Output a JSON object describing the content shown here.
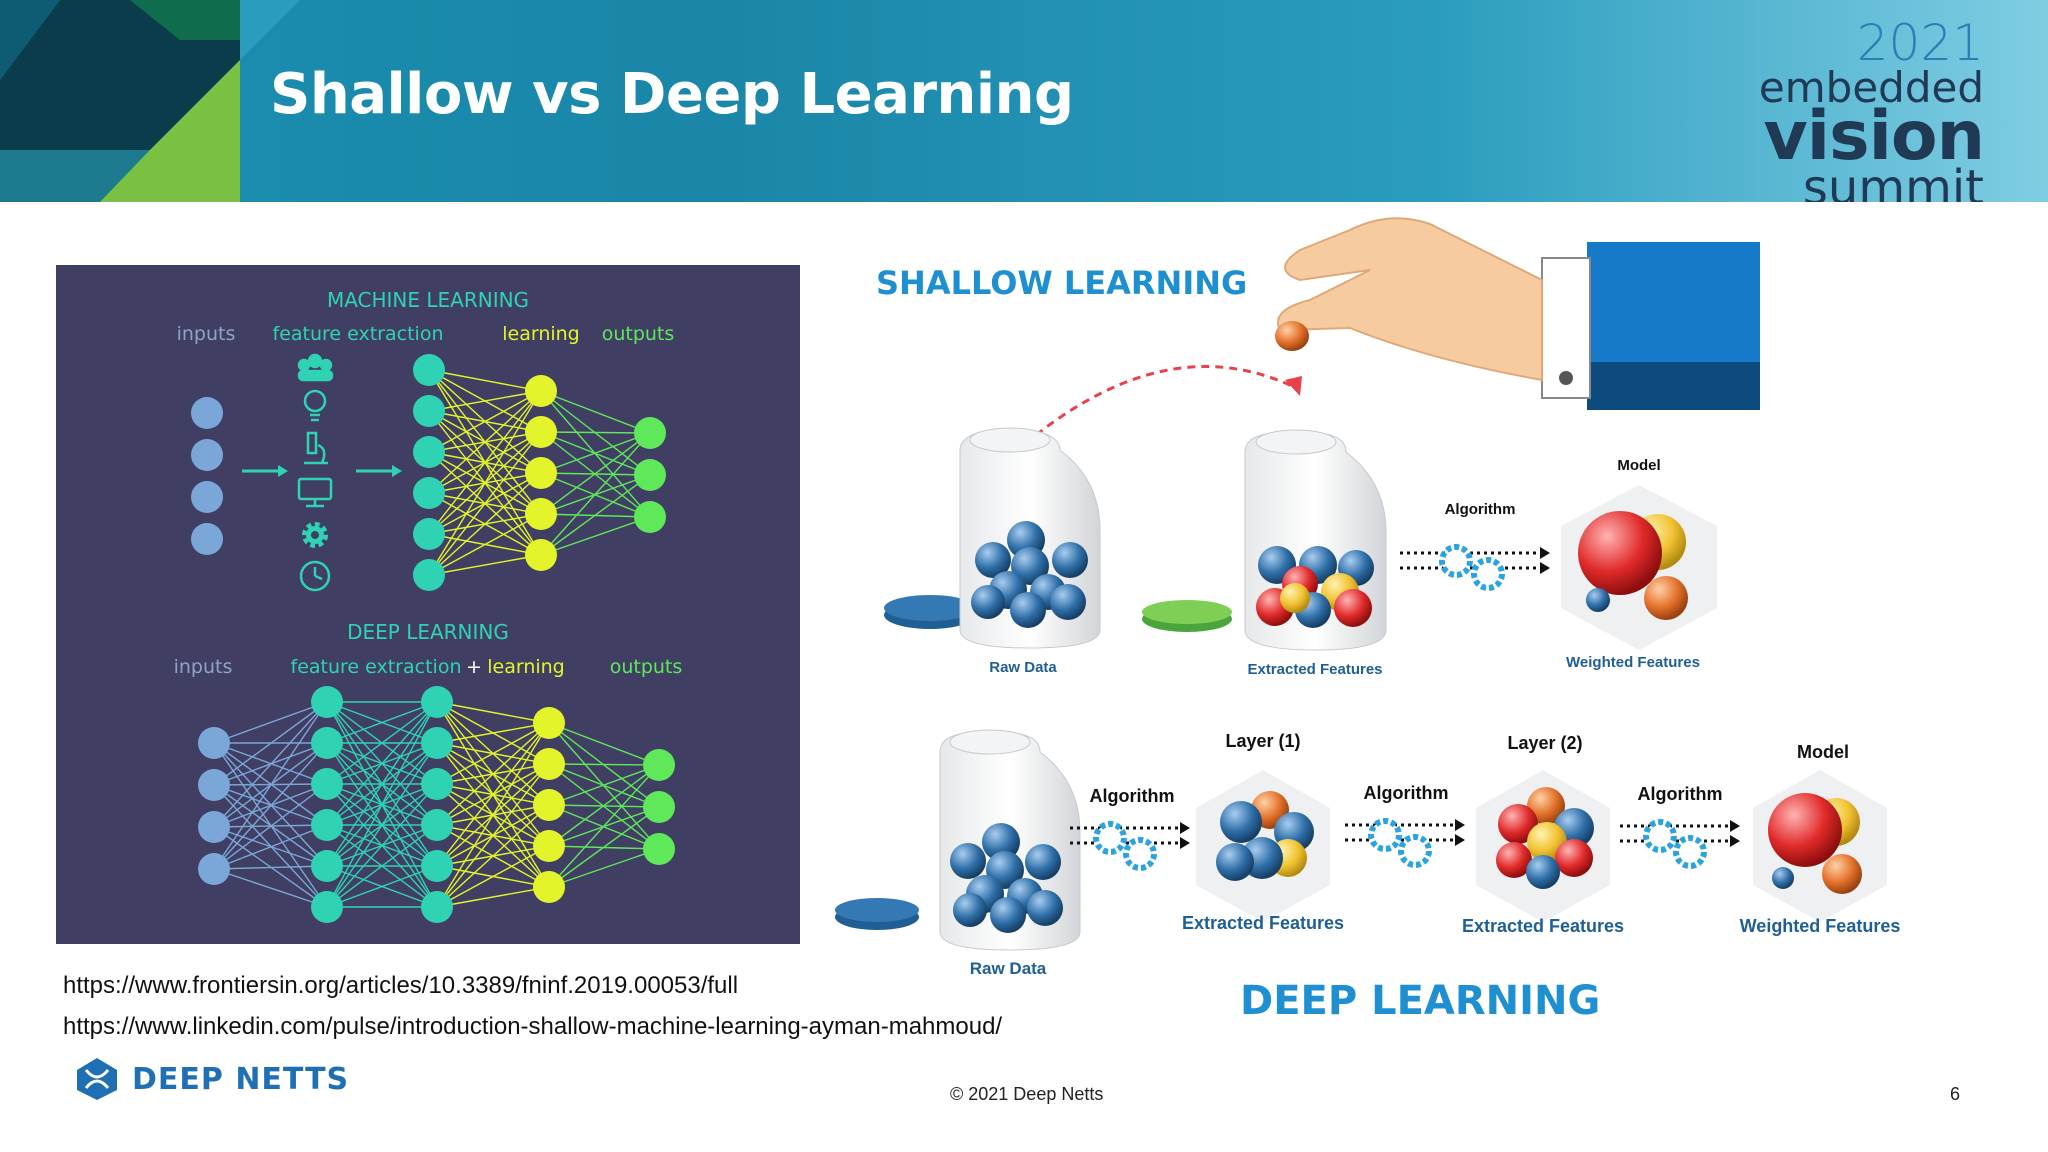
{
  "slide": {
    "title": "Shallow vs Deep Learning",
    "page_number": "6",
    "copyright": "© 2021 Deep Netts"
  },
  "summit_logo": {
    "year": "2021",
    "line1": "embedded",
    "line2": "vision",
    "line3": "summit"
  },
  "left_panel": {
    "ml_heading": "MACHINE LEARNING",
    "ml_labels": [
      "inputs",
      "feature extraction",
      "learning",
      "outputs"
    ],
    "dl_heading": "DEEP LEARNING",
    "dl_labels": [
      "inputs",
      "feature extraction",
      "+",
      "learning",
      "outputs"
    ]
  },
  "shallow": {
    "title": "SHALLOW LEARNING",
    "raw_data": "Raw Data",
    "extracted_features": "Extracted Features",
    "algorithm": "Algorithm",
    "model": "Model",
    "weighted_features": "Weighted Features"
  },
  "deep": {
    "title": "DEEP LEARNING",
    "raw_data": "Raw Data",
    "layer1": "Layer (1)",
    "layer2": "Layer (2)",
    "model": "Model",
    "algorithm": "Algorithm",
    "extracted_features": "Extracted Features",
    "weighted_features": "Weighted Features"
  },
  "links": [
    "https://www.frontiersin.org/articles/10.3389/fninf.2019.00053/full",
    "https://www.linkedin.com/pulse/introduction-shallow-machine-learning-ayman-mahmoud/"
  ],
  "brand": {
    "name": "DEEP NETTS"
  },
  "colors": {
    "accent_blue": "#1e8fd0",
    "panel_bg": "#403f63",
    "nn_teal": "#2fd3b3",
    "nn_yellow": "#e3f52a",
    "nn_green": "#5ee85a",
    "nn_blue": "#7aa7d8"
  }
}
